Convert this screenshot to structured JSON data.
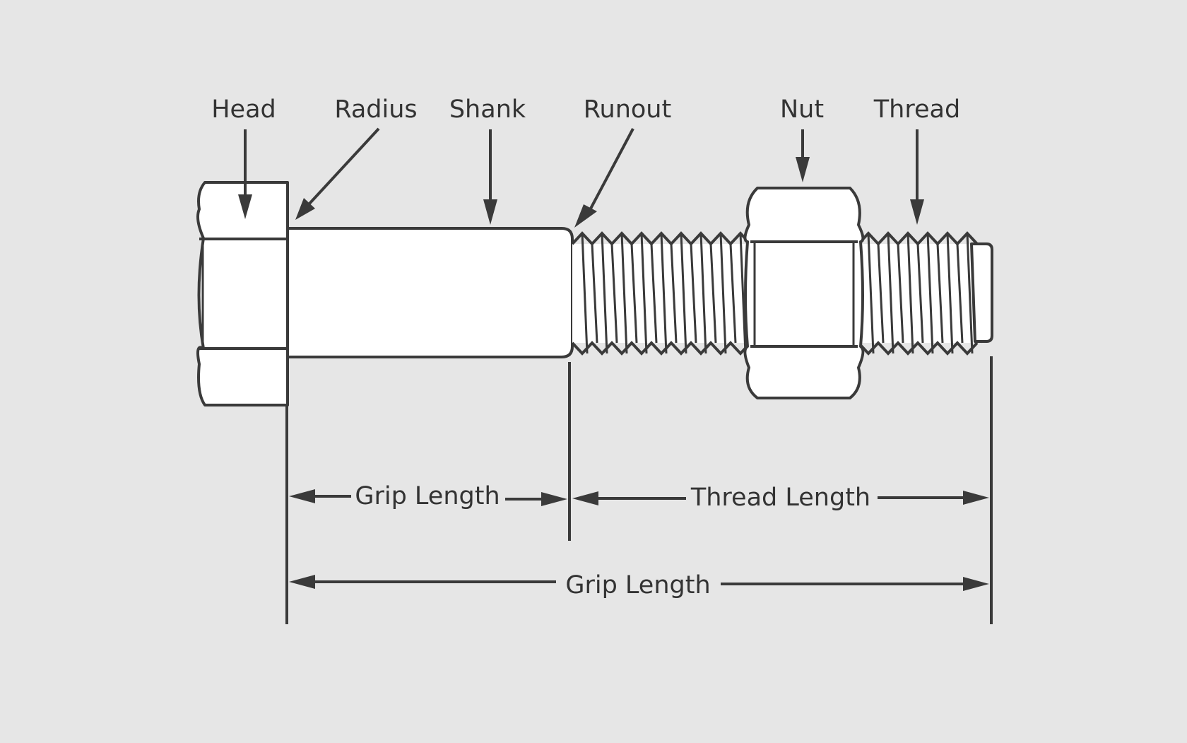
{
  "colors": {
    "background": "#e6e6e6",
    "stroke": "#3a3a3a",
    "text": "#333333",
    "fill": "#ffffff"
  },
  "labels": {
    "head": "Head",
    "radius": "Radius",
    "shank": "Shank",
    "runout": "Runout",
    "nut": "Nut",
    "thread": "Thread"
  },
  "dimensions": {
    "grip_length": "Grip Length",
    "thread_length": "Thread Length",
    "total_length": "Grip Length"
  }
}
